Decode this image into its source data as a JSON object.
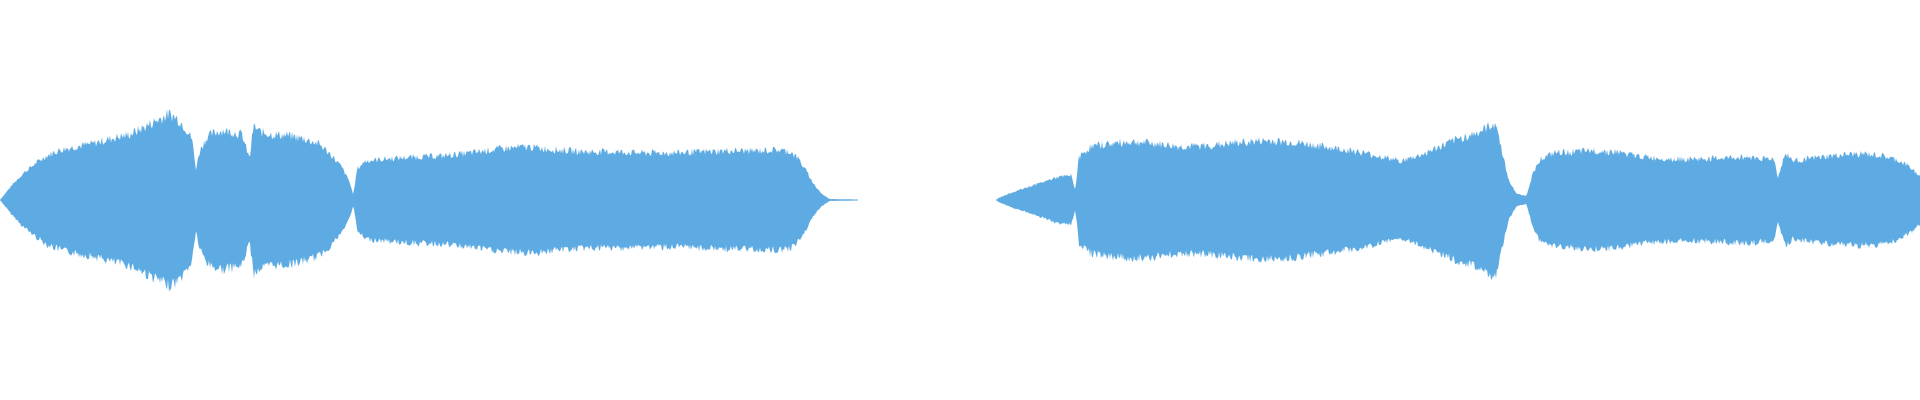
{
  "waveform": {
    "color": "#5dabe2",
    "background": "#ffffff",
    "samples": [
      {
        "t": 0.0,
        "a": 0.0
      },
      {
        "t": 0.006,
        "a": 0.14
      },
      {
        "t": 0.012,
        "a": 0.26
      },
      {
        "t": 0.018,
        "a": 0.35
      },
      {
        "t": 0.024,
        "a": 0.43
      },
      {
        "t": 0.03,
        "a": 0.48
      },
      {
        "t": 0.036,
        "a": 0.51
      },
      {
        "t": 0.042,
        "a": 0.53
      },
      {
        "t": 0.048,
        "a": 0.55
      },
      {
        "t": 0.054,
        "a": 0.58
      },
      {
        "t": 0.06,
        "a": 0.61
      },
      {
        "t": 0.066,
        "a": 0.63
      },
      {
        "t": 0.072,
        "a": 0.68
      },
      {
        "t": 0.078,
        "a": 0.74
      },
      {
        "t": 0.084,
        "a": 0.8
      },
      {
        "t": 0.088,
        "a": 0.84
      },
      {
        "t": 0.092,
        "a": 0.8
      },
      {
        "t": 0.096,
        "a": 0.72
      },
      {
        "t": 0.1,
        "a": 0.6
      },
      {
        "t": 0.102,
        "a": 0.3
      },
      {
        "t": 0.104,
        "a": 0.48
      },
      {
        "t": 0.108,
        "a": 0.62
      },
      {
        "t": 0.112,
        "a": 0.66
      },
      {
        "t": 0.116,
        "a": 0.68
      },
      {
        "t": 0.122,
        "a": 0.66
      },
      {
        "t": 0.126,
        "a": 0.64
      },
      {
        "t": 0.13,
        "a": 0.4
      },
      {
        "t": 0.132,
        "a": 0.72
      },
      {
        "t": 0.136,
        "a": 0.66
      },
      {
        "t": 0.142,
        "a": 0.64
      },
      {
        "t": 0.15,
        "a": 0.63
      },
      {
        "t": 0.158,
        "a": 0.6
      },
      {
        "t": 0.166,
        "a": 0.55
      },
      {
        "t": 0.172,
        "a": 0.45
      },
      {
        "t": 0.178,
        "a": 0.32
      },
      {
        "t": 0.182,
        "a": 0.18
      },
      {
        "t": 0.184,
        "a": 0.05
      },
      {
        "t": 0.186,
        "a": 0.3
      },
      {
        "t": 0.19,
        "a": 0.38
      },
      {
        "t": 0.2,
        "a": 0.4
      },
      {
        "t": 0.215,
        "a": 0.42
      },
      {
        "t": 0.23,
        "a": 0.43
      },
      {
        "t": 0.245,
        "a": 0.46
      },
      {
        "t": 0.26,
        "a": 0.5
      },
      {
        "t": 0.275,
        "a": 0.52
      },
      {
        "t": 0.29,
        "a": 0.49
      },
      {
        "t": 0.305,
        "a": 0.47
      },
      {
        "t": 0.32,
        "a": 0.47
      },
      {
        "t": 0.335,
        "a": 0.46
      },
      {
        "t": 0.35,
        "a": 0.46
      },
      {
        "t": 0.365,
        "a": 0.47
      },
      {
        "t": 0.38,
        "a": 0.48
      },
      {
        "t": 0.395,
        "a": 0.48
      },
      {
        "t": 0.405,
        "a": 0.49
      },
      {
        "t": 0.412,
        "a": 0.47
      },
      {
        "t": 0.416,
        "a": 0.4
      },
      {
        "t": 0.42,
        "a": 0.28
      },
      {
        "t": 0.424,
        "a": 0.15
      },
      {
        "t": 0.428,
        "a": 0.06
      },
      {
        "t": 0.432,
        "a": 0.01
      },
      {
        "t": 0.446,
        "a": 0.005
      },
      {
        "t": 0.447,
        "a": 0.0
      },
      {
        "t": 0.519,
        "a": 0.0
      },
      {
        "t": 0.52,
        "a": 0.02
      },
      {
        "t": 0.528,
        "a": 0.08
      },
      {
        "t": 0.536,
        "a": 0.13
      },
      {
        "t": 0.544,
        "a": 0.18
      },
      {
        "t": 0.55,
        "a": 0.22
      },
      {
        "t": 0.558,
        "a": 0.24
      },
      {
        "t": 0.56,
        "a": 0.1
      },
      {
        "t": 0.562,
        "a": 0.42
      },
      {
        "t": 0.568,
        "a": 0.52
      },
      {
        "t": 0.578,
        "a": 0.55
      },
      {
        "t": 0.59,
        "a": 0.57
      },
      {
        "t": 0.602,
        "a": 0.55
      },
      {
        "t": 0.615,
        "a": 0.52
      },
      {
        "t": 0.63,
        "a": 0.53
      },
      {
        "t": 0.645,
        "a": 0.56
      },
      {
        "t": 0.66,
        "a": 0.58
      },
      {
        "t": 0.675,
        "a": 0.56
      },
      {
        "t": 0.69,
        "a": 0.52
      },
      {
        "t": 0.705,
        "a": 0.48
      },
      {
        "t": 0.72,
        "a": 0.42
      },
      {
        "t": 0.73,
        "a": 0.38
      },
      {
        "t": 0.74,
        "a": 0.44
      },
      {
        "t": 0.75,
        "a": 0.52
      },
      {
        "t": 0.76,
        "a": 0.6
      },
      {
        "t": 0.77,
        "a": 0.66
      },
      {
        "t": 0.776,
        "a": 0.72
      },
      {
        "t": 0.779,
        "a": 0.76
      },
      {
        "t": 0.782,
        "a": 0.5
      },
      {
        "t": 0.786,
        "a": 0.18
      },
      {
        "t": 0.79,
        "a": 0.06
      },
      {
        "t": 0.795,
        "a": 0.04
      },
      {
        "t": 0.798,
        "a": 0.24
      },
      {
        "t": 0.802,
        "a": 0.4
      },
      {
        "t": 0.81,
        "a": 0.46
      },
      {
        "t": 0.82,
        "a": 0.47
      },
      {
        "t": 0.83,
        "a": 0.48
      },
      {
        "t": 0.842,
        "a": 0.47
      },
      {
        "t": 0.852,
        "a": 0.43
      },
      {
        "t": 0.862,
        "a": 0.41
      },
      {
        "t": 0.874,
        "a": 0.4
      },
      {
        "t": 0.886,
        "a": 0.4
      },
      {
        "t": 0.898,
        "a": 0.41
      },
      {
        "t": 0.91,
        "a": 0.42
      },
      {
        "t": 0.924,
        "a": 0.4
      },
      {
        "t": 0.926,
        "a": 0.22
      },
      {
        "t": 0.93,
        "a": 0.46
      },
      {
        "t": 0.934,
        "a": 0.38
      },
      {
        "t": 0.94,
        "a": 0.4
      },
      {
        "t": 0.95,
        "a": 0.42
      },
      {
        "t": 0.96,
        "a": 0.44
      },
      {
        "t": 0.97,
        "a": 0.45
      },
      {
        "t": 0.98,
        "a": 0.43
      },
      {
        "t": 0.988,
        "a": 0.39
      },
      {
        "t": 0.994,
        "a": 0.33
      },
      {
        "t": 1.0,
        "a": 0.24
      }
    ]
  }
}
